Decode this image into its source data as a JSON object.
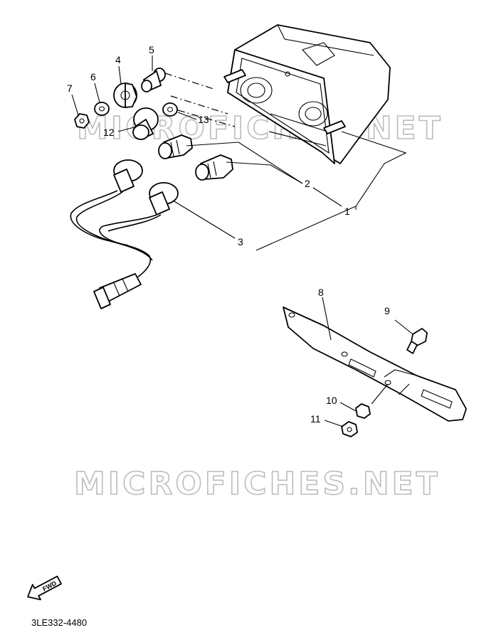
{
  "watermark": {
    "text": "MICROFICHES.NET"
  },
  "callouts": [
    {
      "id": "1",
      "text": "1"
    },
    {
      "id": "2",
      "text": "2"
    },
    {
      "id": "3",
      "text": "3"
    },
    {
      "id": "4",
      "text": "4"
    },
    {
      "id": "5",
      "text": "5"
    },
    {
      "id": "6",
      "text": "6"
    },
    {
      "id": "7",
      "text": "7"
    },
    {
      "id": "8",
      "text": "8"
    },
    {
      "id": "9",
      "text": "9"
    },
    {
      "id": "10",
      "text": "10"
    },
    {
      "id": "11",
      "text": "11"
    },
    {
      "id": "12",
      "text": "12"
    },
    {
      "id": "13",
      "text": "13"
    }
  ],
  "fwd_badge": {
    "text": "FWD"
  },
  "diagram_code": {
    "text": "3LE332-4480"
  }
}
